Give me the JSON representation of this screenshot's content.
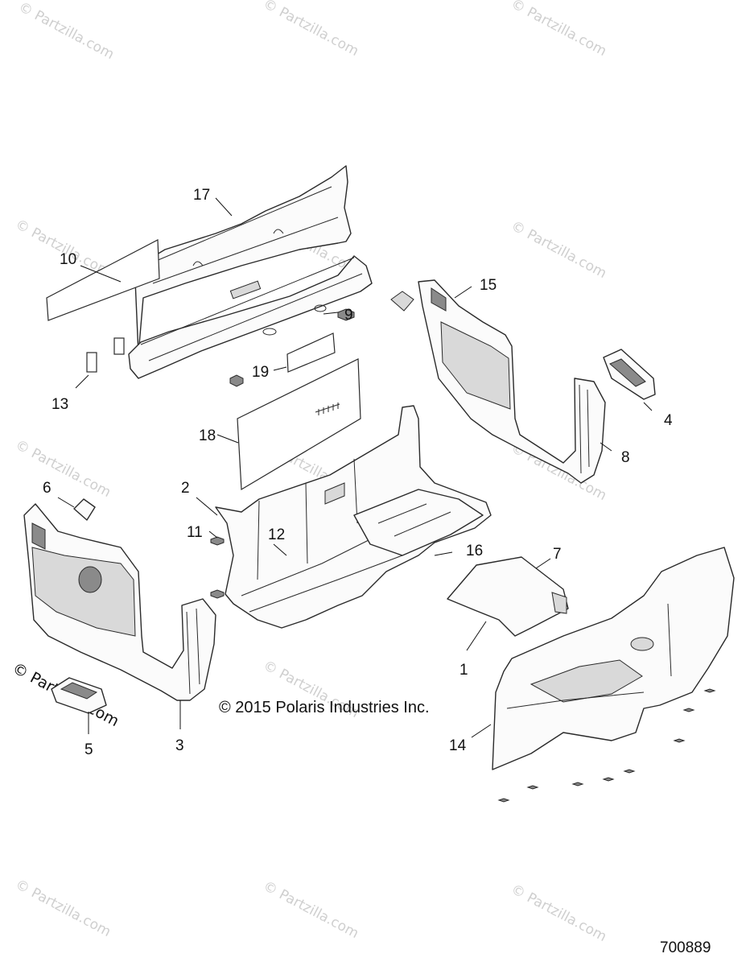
{
  "watermarks": {
    "text": "© Partzilla.com"
  },
  "copyright": "© 2015 Polaris Industries Inc.",
  "figure_number": "700889",
  "callouts": {
    "c1": "1",
    "c2": "2",
    "c3": "3",
    "c4": "4",
    "c5": "5",
    "c6": "6",
    "c7": "7",
    "c8": "8",
    "c9": "9",
    "c10": "10",
    "c11": "11",
    "c12": "12",
    "c13": "13",
    "c14": "14",
    "c15": "15",
    "c16": "16",
    "c17": "17",
    "c18": "18",
    "c19": "19"
  }
}
